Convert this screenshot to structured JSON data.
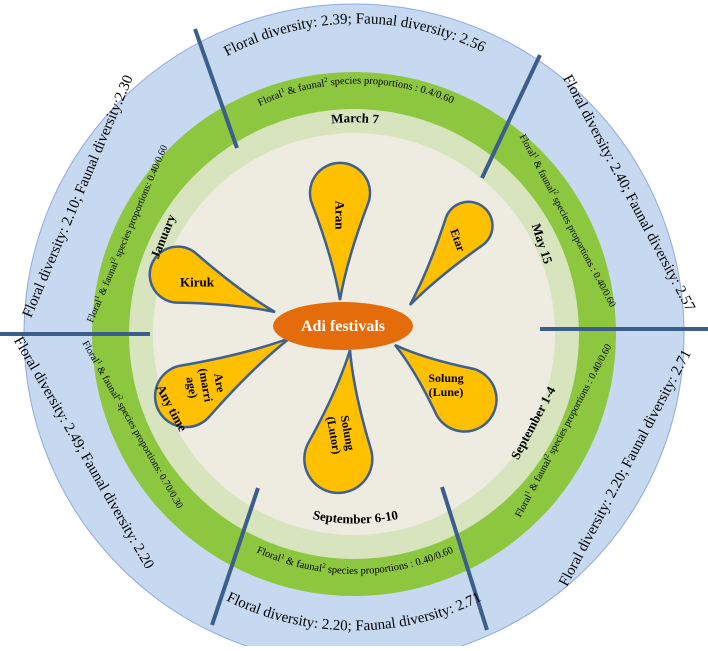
{
  "colors": {
    "outer_ring": "#c6d9f1",
    "green_ring": "#8dc63f",
    "light_green_ring": "#d7e4bd",
    "center": "#eeece1",
    "ring_border": "#8faadc",
    "divider": "#3b5e8c",
    "petal_fill": "#ffc000",
    "petal_stroke": "#3f5f8f",
    "hub_fill": "#e46c0a",
    "hub_text": "#ffffff"
  },
  "hub": {
    "label": "Adi festivals"
  },
  "petals": [
    {
      "id": "aran",
      "lines": [
        "Aran"
      ]
    },
    {
      "id": "etar",
      "lines": [
        "Etar"
      ]
    },
    {
      "id": "solung-lune",
      "lines": [
        "Solung",
        "(Lune)"
      ]
    },
    {
      "id": "solung-lutor",
      "lines": [
        "Solung",
        "(Lutor)"
      ]
    },
    {
      "id": "are",
      "lines": [
        "Are",
        "(marri",
        "age)"
      ]
    },
    {
      "id": "kiruk",
      "lines": [
        "Kiruk"
      ]
    }
  ],
  "months": [
    {
      "id": "march",
      "label": "March 7"
    },
    {
      "id": "may",
      "label": "May 15"
    },
    {
      "id": "september-1-4",
      "label": "September 1-4"
    },
    {
      "id": "september-6-10",
      "label": "September 6-10"
    },
    {
      "id": "any-time",
      "label": "Any time"
    },
    {
      "id": "january",
      "label": "January"
    }
  ],
  "proportions": [
    {
      "id": "top",
      "floral": "Floral",
      "amp": " & faunal",
      "rest": " species proportions : 0.4/0.60"
    },
    {
      "id": "upper-right",
      "floral": "Floral",
      "amp": " & faunal",
      "rest": " species proportions : 0.40/0.60"
    },
    {
      "id": "lower-right",
      "floral": "Floral",
      "amp": " & faunal",
      "rest": " species proportions : 0.40/0.60"
    },
    {
      "id": "bottom",
      "floral": "Floral",
      "amp": " & faunal",
      "rest": " species proportions : 0.40/0.60"
    },
    {
      "id": "lower-left",
      "floral": "Floral",
      "amp": " & faunal",
      "rest": " species proportions: 0.70/0.30"
    },
    {
      "id": "upper-left",
      "floral": "Floral",
      "amp": " & faunal",
      "rest": " species proportions: 0.40/0.60"
    }
  ],
  "superscripts": {
    "floral": "1",
    "faunal": "2"
  },
  "diversity": [
    {
      "id": "top",
      "text": "Floral diversity: 2.39; Faunal diversity: 2.56"
    },
    {
      "id": "upper-right",
      "text": "Floral diversity: 2.40; Faunal diversity: 2.57"
    },
    {
      "id": "lower-right",
      "text": "Floral diversity: 2.20; Faunal diversity: 2.71"
    },
    {
      "id": "bottom",
      "text": "Floral diversity: 2.20; Faunal diversity: 2.71"
    },
    {
      "id": "lower-left",
      "text": "Floral diversity: 2.49; Faunal diversity: 2.20"
    },
    {
      "id": "upper-left",
      "text": "Floral diversity: 2.10; Faunal diversity:2.30"
    }
  ]
}
